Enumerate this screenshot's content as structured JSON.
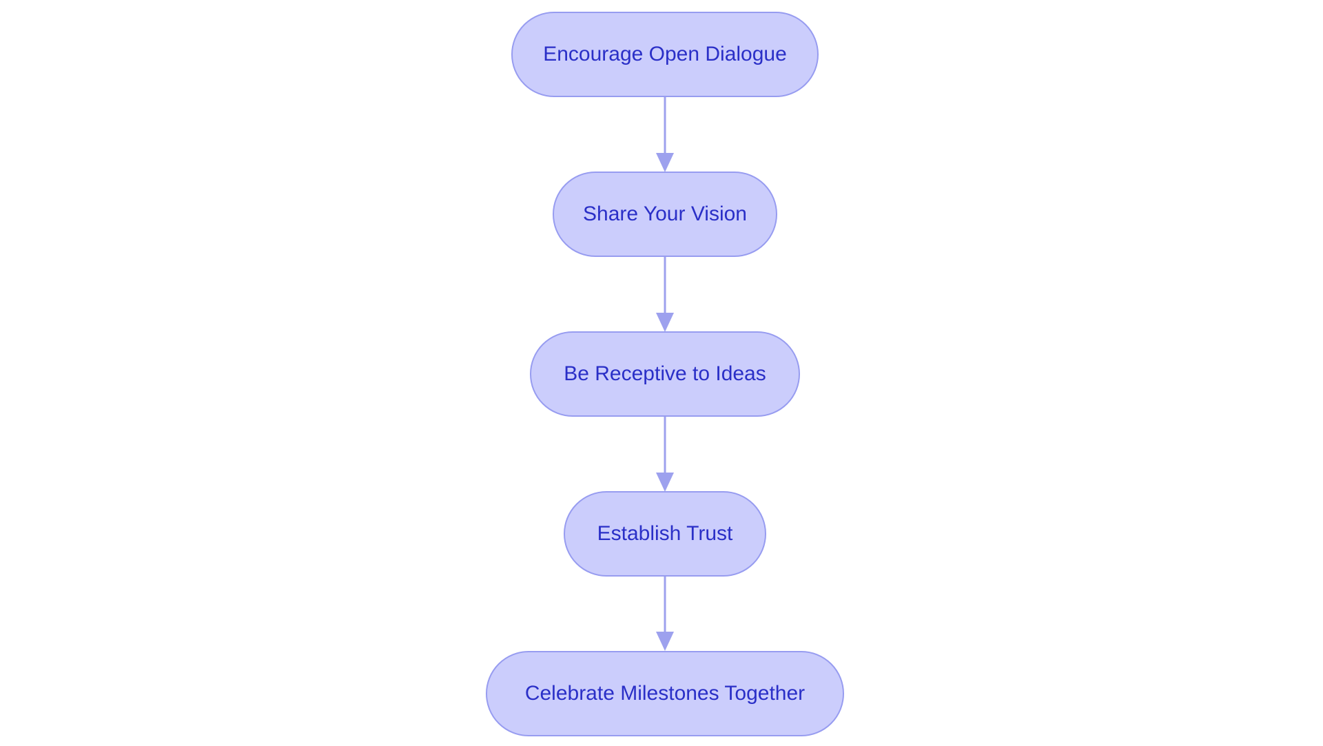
{
  "colors": {
    "node_fill": "#cbcdfc",
    "node_border": "#979cf0",
    "node_text": "#2a2fc7",
    "connector": "#9da1ee",
    "background": "#ffffff"
  },
  "diagram": {
    "type": "vertical-flowchart",
    "nodes": [
      {
        "id": "n1",
        "label": "Encourage Open Dialogue"
      },
      {
        "id": "n2",
        "label": "Share Your Vision"
      },
      {
        "id": "n3",
        "label": "Be Receptive to Ideas"
      },
      {
        "id": "n4",
        "label": "Establish Trust"
      },
      {
        "id": "n5",
        "label": "Celebrate Milestones Together"
      }
    ],
    "edges": [
      {
        "from": "n1",
        "to": "n2"
      },
      {
        "from": "n2",
        "to": "n3"
      },
      {
        "from": "n3",
        "to": "n4"
      },
      {
        "from": "n4",
        "to": "n5"
      }
    ]
  }
}
